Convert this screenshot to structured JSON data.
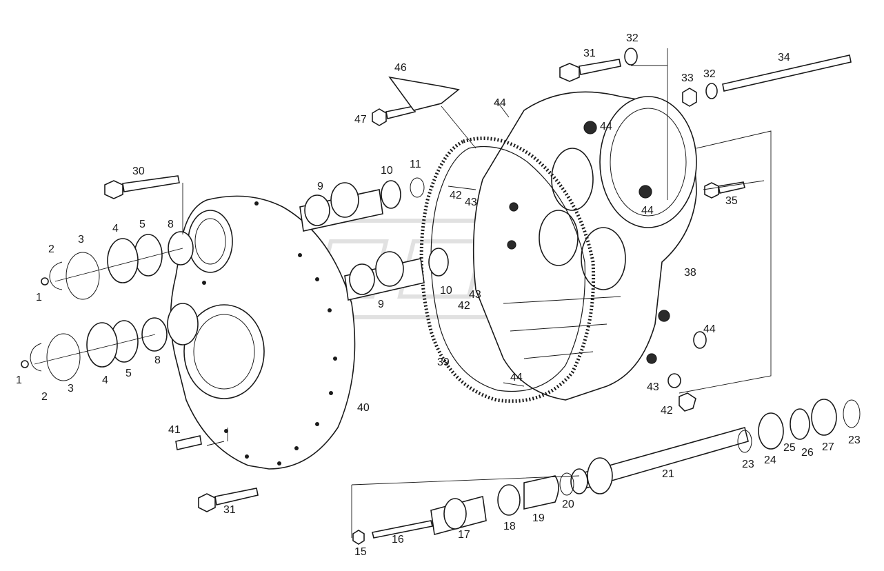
{
  "figure": {
    "callouts": [
      "1",
      "2",
      "3",
      "4",
      "5",
      "8",
      "9",
      "10",
      "11",
      "15",
      "16",
      "17",
      "18",
      "19",
      "20",
      "21",
      "23",
      "24",
      "25",
      "26",
      "27",
      "30",
      "31",
      "32",
      "33",
      "34",
      "35",
      "38",
      "39",
      "40",
      "41",
      "42",
      "43",
      "44",
      "46",
      "47"
    ]
  }
}
